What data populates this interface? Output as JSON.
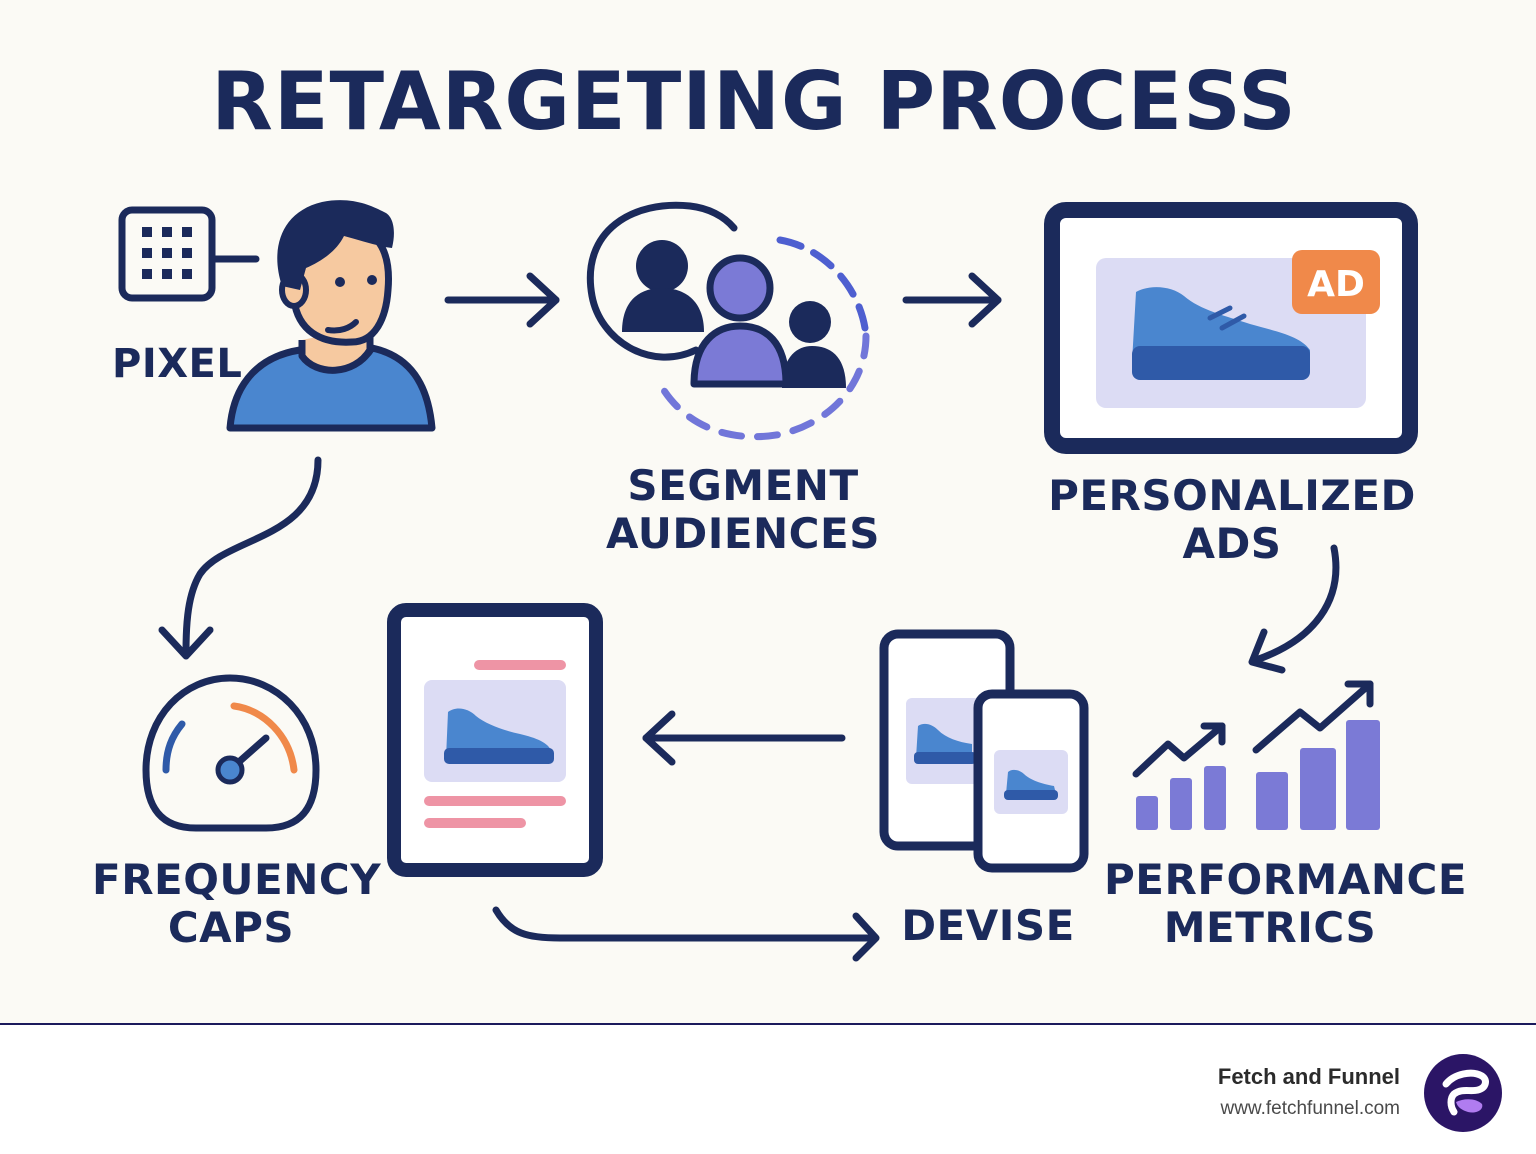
{
  "title": "RETARGETING PROCESS",
  "steps": {
    "pixel": "PIXEL",
    "segment_line1": "SEGMENT",
    "segment_line2": "AUDIENCES",
    "personalized_line1": "PERSONALIZED",
    "personalized_line2": "ADS",
    "frequency_line1": "FREQUENCY",
    "frequency_line2": "CAPS",
    "devise": "DEVISE",
    "performance_line1": "PERFORMANCE",
    "performance_line2": "METRICS"
  },
  "ad_badge": "AD",
  "footer": {
    "brand_name": "Fetch and Funnel",
    "brand_url": "www.fetchfunnel.com"
  },
  "colors": {
    "navy": "#1b2a5b",
    "blue": "#4a86cf",
    "purple": "#7b7ad6",
    "orange": "#f0894a",
    "pink": "#ee94a5",
    "skin": "#f6c9a0",
    "background": "#fbfaf5"
  }
}
